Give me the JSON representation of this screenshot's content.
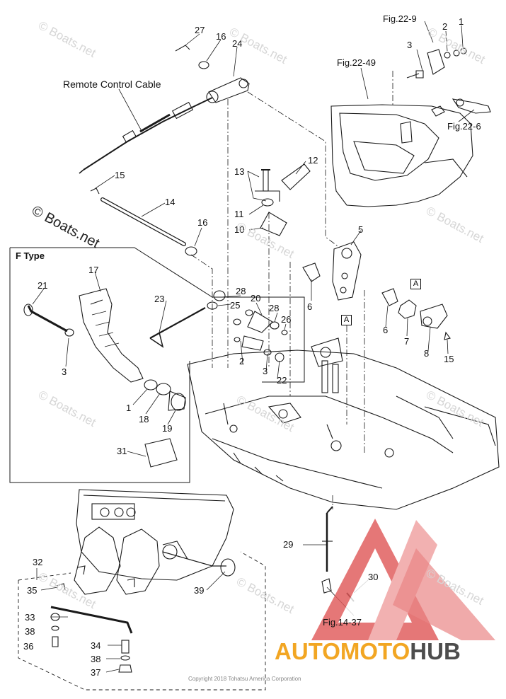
{
  "callouts": {
    "n27": "27",
    "n16a": "16",
    "n24": "24",
    "fig22_9": "Fig.22-9",
    "n2a": "2",
    "n1a": "1",
    "n3a": "3",
    "fig22_49": "Fig.22-49",
    "remote": "Remote Control Cable",
    "fig22_6": "Fig.22-6",
    "n13": "13",
    "n12": "12",
    "n15a": "15",
    "n14": "14",
    "n11": "11",
    "n10": "10",
    "n5": "5",
    "n16b": "16",
    "ftype": "F Type",
    "n17": "17",
    "n21": "21",
    "n23": "23",
    "n28a": "28",
    "n20": "20",
    "n25": "25",
    "n28b": "28",
    "n26": "26",
    "n6a": "6",
    "n6b": "6",
    "n7": "7",
    "n8": "8",
    "n15b": "15",
    "boxA1": "A",
    "boxA2": "A",
    "n3b": "3",
    "n2b": "2",
    "n3c": "3",
    "n22": "22",
    "n1b": "1",
    "n18": "18",
    "n19": "19",
    "n31": "31",
    "n29": "29",
    "n30": "30",
    "fig14_37": "Fig.14-37",
    "n32": "32",
    "n35": "35",
    "n39": "39",
    "n33": "33",
    "n38a": "38",
    "n36": "36",
    "n34": "34",
    "n38b": "38",
    "n37": "37"
  },
  "watermarks": {
    "small": "© Boats.net",
    "big": "© Boats.net"
  },
  "logo": {
    "part1": "AUTOMOTO",
    "part2": "HUB",
    "accent_color": "#f2a623",
    "dark_color": "#4d4d4d"
  },
  "copyright": "Copyright 2018 Tohatsu America Corporation"
}
